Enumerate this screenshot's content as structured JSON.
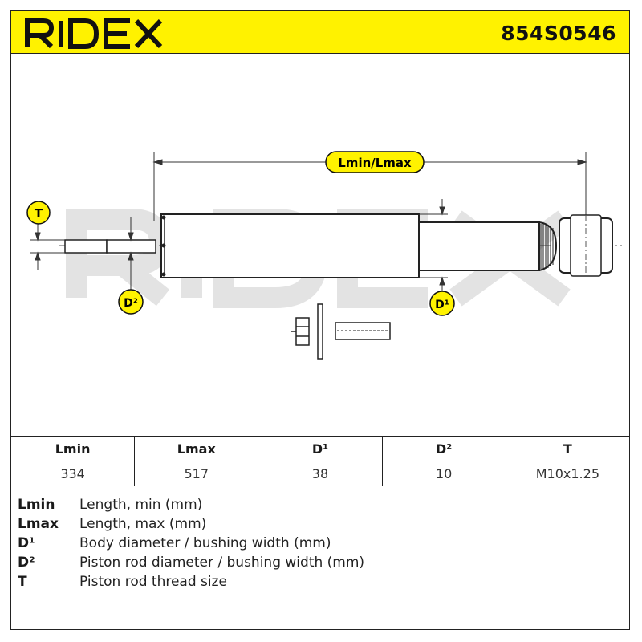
{
  "header": {
    "brand": "RIDEX",
    "part_number": "854S0546"
  },
  "drawing": {
    "watermark": "RIDEX",
    "labels": {
      "length": "Lmin/Lmax",
      "thread": "T",
      "rod_diameter": "D²",
      "body_diameter": "D¹"
    },
    "accent_color": "#fff200"
  },
  "spec_table": {
    "headers": [
      "Lmin",
      "Lmax",
      "D¹",
      "D²",
      "T"
    ],
    "values": [
      "334",
      "517",
      "38",
      "10",
      "M10x1.25"
    ]
  },
  "legend": [
    {
      "key": "Lmin",
      "desc": "Length, min (mm)"
    },
    {
      "key": "Lmax",
      "desc": "Length, max (mm)"
    },
    {
      "key": "D¹",
      "desc": "Body diameter / bushing width (mm)"
    },
    {
      "key": "D²",
      "desc": "Piston rod diameter / bushing width (mm)"
    },
    {
      "key": "T",
      "desc": "Piston rod thread size"
    }
  ]
}
